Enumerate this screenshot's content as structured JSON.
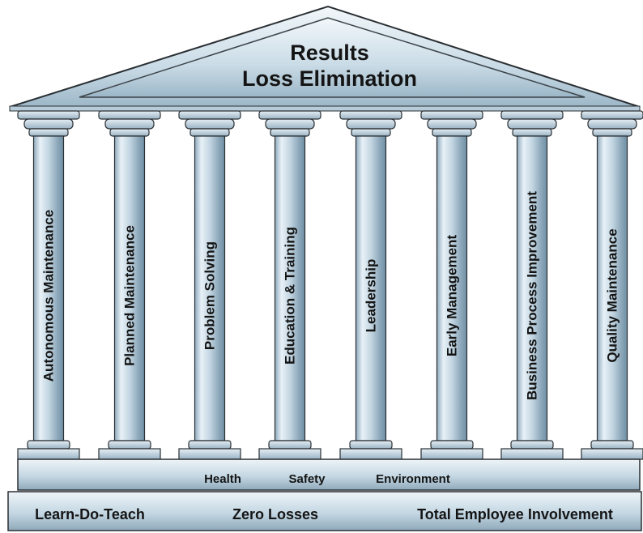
{
  "roof": {
    "title_line1": "Results",
    "title_line2": "Loss Elimination"
  },
  "pillars": [
    {
      "label": "Autonomous Maintenance"
    },
    {
      "label": "Planned Maintenance"
    },
    {
      "label": "Problem Solving"
    },
    {
      "label": "Education & Training"
    },
    {
      "label": "Leadership"
    },
    {
      "label": "Early Management"
    },
    {
      "label": "Business Process Improvement"
    },
    {
      "label": "Quality Maintenance"
    }
  ],
  "base": {
    "items": [
      "Health",
      "Safety",
      "Environment"
    ]
  },
  "foundation": {
    "items": [
      "Learn-Do-Teach",
      "Zero Losses",
      "Total Employee Involvement"
    ]
  },
  "colors": {
    "stone_light": "#dce9f1",
    "stone_mid": "#a9c3d3",
    "stone_dark": "#6f8fa3",
    "outline": "#2a2f33",
    "text": "#141414"
  }
}
